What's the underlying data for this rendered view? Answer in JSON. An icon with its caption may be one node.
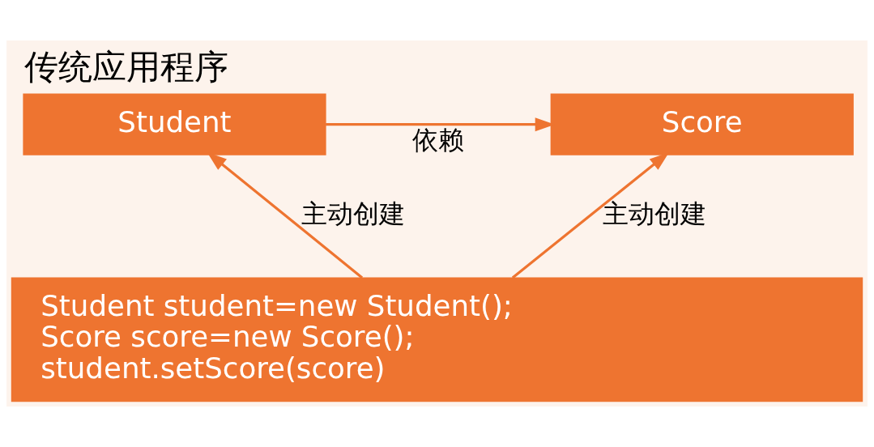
{
  "diagram": {
    "title": "传统应用程序",
    "nodes": [
      {
        "text": [
          "Student"
        ]
      },
      {
        "text": [
          "Score"
        ]
      },
      {
        "text": [
          "Student student=new Student();",
          "Score score=new Score();",
          "student.setScore(score)"
        ]
      }
    ],
    "edges": [
      {
        "from": 0,
        "to": 1,
        "arrow": "to",
        "label": "依赖"
      },
      {
        "from": 2,
        "to": 0,
        "arrow": "to",
        "label": "主动创建"
      },
      {
        "from": 2,
        "to": 1,
        "arrow": "to",
        "label": "主动创建"
      }
    ]
  }
}
